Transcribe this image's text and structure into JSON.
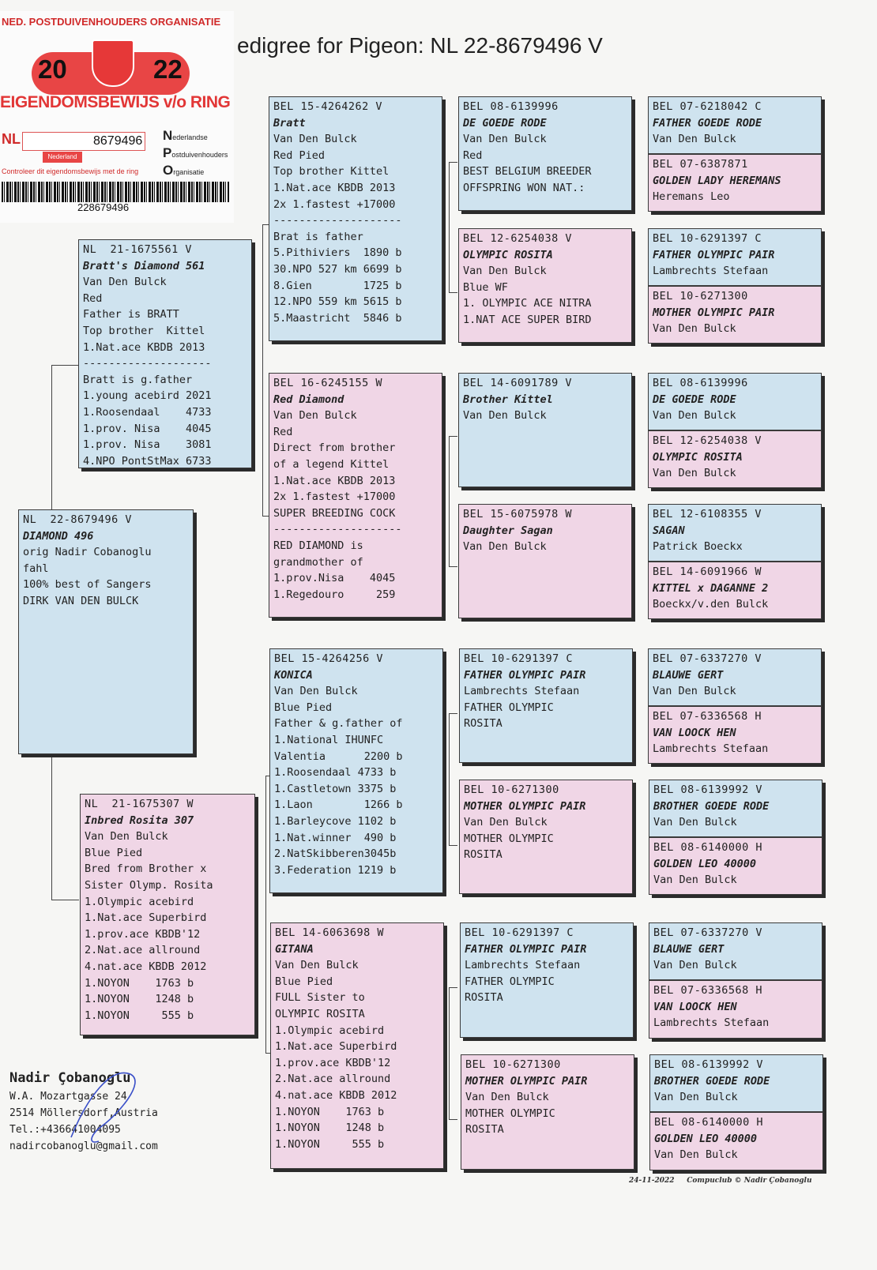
{
  "title": "edigree for Pigeon: NL  22-8679496 V",
  "certificate": {
    "org": "NED. POSTDUIVENHOUDERS ORGANISATIE",
    "year_left": "20",
    "year_right": "22",
    "heading": "EIGENDOMSBEWIJS v/o RING",
    "country_code": "NL",
    "ring_number": "8679496",
    "country": "Nederland",
    "control_text": "Controleer dit eigendomsbewijs met de ring",
    "side_n": "ederlandse",
    "side_p": "ostduivenhouders",
    "side_o": "rganisatie",
    "barcode_number": "228679496"
  },
  "pigeons": {
    "subject": {
      "ring": "NL  22-8679496 V",
      "name": "DIAMOND 496",
      "lines": [
        "orig Nadir Cobanoglu",
        "fahl",
        "100% best of Sangers",
        "DIRK VAN DEN BULCK"
      ]
    },
    "sire": {
      "ring": "NL  21-1675561 V",
      "name": "Bratt's Diamond 561",
      "lines": [
        "Van Den Bulck",
        "Red",
        "Father is BRATT",
        "Top brother  Kittel",
        "1.Nat.ace KBDB 2013",
        "--------------------",
        "Bratt is g.father",
        "1.young acebird 2021",
        "1.Roosendaal    4733",
        "1.prov. Nisa    4045",
        "1.prov. Nisa    3081",
        "4.NPO PontStMax 6733"
      ]
    },
    "dam": {
      "ring": "NL  21-1675307 W",
      "name": "Inbred Rosita 307",
      "lines": [
        "Van Den Bulck",
        "Blue Pied",
        "Bred from Brother x",
        "Sister Olymp. Rosita",
        "1.Olympic acebird",
        "1.Nat.ace Superbird",
        "1.prov.ace KBDB'12",
        "2.Nat.ace allround",
        "4.nat.ace KBDB 2012",
        "1.NOYON    1763 b",
        "1.NOYON    1248 b",
        "1.NOYON     555 b"
      ]
    },
    "ss": {
      "ring": "BEL 15-4264262 V",
      "name": "Bratt",
      "lines": [
        "Van Den Bulck",
        "Red Pied",
        "Top brother Kittel",
        "1.Nat.ace KBDB 2013",
        "2x 1.fastest +17000",
        "--------------------",
        "Brat is father",
        "5.Pithiviers  1890 b",
        "30.NPO 527 km 6699 b",
        "8.Gien        1725 b",
        "12.NPO 559 km 5615 b",
        "5.Maastricht  5846 b"
      ]
    },
    "sd": {
      "ring": "BEL 16-6245155 W",
      "name": "Red Diamond",
      "lines": [
        "Van Den Bulck",
        "Red",
        "Direct from brother",
        "of a legend Kittel",
        "1.Nat.ace KBDB 2013",
        "2x 1.fastest +17000",
        "SUPER BREEDING COCK",
        "--------------------",
        "RED DIAMOND is",
        "grandmother of",
        "1.prov.Nisa    4045",
        "1.Regedouro     259"
      ]
    },
    "ds": {
      "ring": "BEL 15-4264256 V",
      "name": "KONICA",
      "lines": [
        "Van Den Bulck",
        "Blue Pied",
        "Father & g.father of",
        "1.National IHUNFC",
        "Valentia      2200 b",
        "1.Roosendaal 4733 b",
        "1.Castletown 3375 b",
        "1.Laon        1266 b",
        "1.Barleycove 1102 b",
        "1.Nat.winner  490 b",
        "2.NatSkibberen3045b",
        "3.Federation 1219 b"
      ]
    },
    "dd": {
      "ring": "BEL 14-6063698 W",
      "name": "GITANA",
      "lines": [
        "Van Den Bulck",
        "Blue Pied",
        "FULL Sister to",
        "OLYMPIC ROSITA",
        "1.Olympic acebird",
        "1.Nat.ace Superbird",
        "1.prov.ace KBDB'12",
        "2.Nat.ace allround",
        "4.nat.ace KBDB 2012",
        "1.NOYON    1763 b",
        "1.NOYON    1248 b",
        "1.NOYON     555 b"
      ]
    },
    "sss": {
      "ring": "BEL 08-6139996",
      "name": "DE GOEDE RODE",
      "lines": [
        "Van Den Bulck",
        "Red",
        "BEST BELGIUM BREEDER",
        "OFFSPRING WON NAT.:"
      ]
    },
    "ssd": {
      "ring": "BEL 12-6254038 V",
      "name": "OLYMPIC ROSITA",
      "lines": [
        "Van Den Bulck",
        "Blue WF",
        "1. OLYMPIC ACE NITRA",
        "1.NAT ACE SUPER BIRD"
      ]
    },
    "sds": {
      "ring": "BEL 14-6091789 V",
      "name": "Brother Kittel",
      "lines": [
        "Van Den Bulck"
      ]
    },
    "sdd": {
      "ring": "BEL 15-6075978 W",
      "name": "Daughter Sagan",
      "lines": [
        "Van Den Bulck"
      ]
    },
    "dss": {
      "ring": "BEL 10-6291397 C",
      "name": "FATHER OLYMPIC PAIR",
      "lines": [
        "Lambrechts Stefaan",
        "",
        "FATHER OLYMPIC",
        "ROSITA"
      ]
    },
    "dsd": {
      "ring": "BEL 10-6271300",
      "name": "MOTHER OLYMPIC PAIR",
      "lines": [
        "Van Den Bulck",
        "",
        "MOTHER OLYMPIC",
        "ROSITA"
      ]
    },
    "dds": {
      "ring": "BEL 10-6291397 C",
      "name": "FATHER OLYMPIC PAIR",
      "lines": [
        "Lambrechts Stefaan",
        "",
        "FATHER OLYMPIC",
        "ROSITA"
      ]
    },
    "ddd": {
      "ring": "BEL 10-6271300",
      "name": "MOTHER OLYMPIC PAIR",
      "lines": [
        "Van Den Bulck",
        "",
        "MOTHER OLYMPIC",
        "ROSITA"
      ]
    },
    "g1": {
      "ring": "BEL 07-6218042 C",
      "name": "FATHER GOEDE RODE",
      "lines": [
        "Van Den Bulck"
      ]
    },
    "g2": {
      "ring": "BEL 07-6387871",
      "name": "GOLDEN LADY HEREMANS",
      "lines": [
        "Heremans Leo"
      ]
    },
    "g3": {
      "ring": "BEL 10-6291397 C",
      "name": "FATHER OLYMPIC PAIR",
      "lines": [
        "Lambrechts Stefaan"
      ]
    },
    "g4": {
      "ring": "BEL 10-6271300",
      "name": "MOTHER OLYMPIC PAIR",
      "lines": [
        "Van Den Bulck"
      ]
    },
    "g5": {
      "ring": "BEL 08-6139996",
      "name": "DE GOEDE RODE",
      "lines": [
        "Van Den Bulck"
      ]
    },
    "g6": {
      "ring": "BEL 12-6254038 V",
      "name": "OLYMPIC ROSITA",
      "lines": [
        "Van Den Bulck"
      ]
    },
    "g7": {
      "ring": "BEL 12-6108355 V",
      "name": "SAGAN",
      "lines": [
        "Patrick Boeckx"
      ]
    },
    "g8": {
      "ring": "BEL 14-6091966 W",
      "name": "KITTEL x DAGANNE 2",
      "lines": [
        "Boeckx/v.den Bulck"
      ]
    },
    "g9": {
      "ring": "BEL 07-6337270 V",
      "name": "BLAUWE GERT",
      "lines": [
        "Van Den Bulck"
      ]
    },
    "g10": {
      "ring": "BEL 07-6336568 H",
      "name": "VAN LOOCK HEN",
      "lines": [
        "Lambrechts Stefaan"
      ]
    },
    "g11": {
      "ring": "BEL 08-6139992 V",
      "name": "BROTHER GOEDE RODE",
      "lines": [
        "Van Den Bulck"
      ]
    },
    "g12": {
      "ring": "BEL 08-6140000 H",
      "name": "GOLDEN LEO 40000",
      "lines": [
        "Van Den Bulck"
      ]
    },
    "g13": {
      "ring": "BEL 07-6337270 V",
      "name": "BLAUWE GERT",
      "lines": [
        "Van Den Bulck"
      ]
    },
    "g14": {
      "ring": "BEL 07-6336568 H",
      "name": "VAN LOOCK HEN",
      "lines": [
        "Lambrechts Stefaan"
      ]
    },
    "g15": {
      "ring": "BEL 08-6139992 V",
      "name": "BROTHER GOEDE RODE",
      "lines": [
        "Van Den Bulck"
      ]
    },
    "g16": {
      "ring": "BEL 08-6140000 H",
      "name": "GOLDEN LEO 40000",
      "lines": [
        "Van Den Bulck"
      ]
    }
  },
  "owner": {
    "name": "Nadir Çobanoglu",
    "street": "W.A. Mozartgasse 24",
    "city": "2514  Möllersdorf,Austria",
    "phone": "Tel.:+436641004095",
    "email": "nadircobanoglu@gmail.com"
  },
  "footer": "24-11-2022     Compuclub © Nadir Çobanoglu"
}
